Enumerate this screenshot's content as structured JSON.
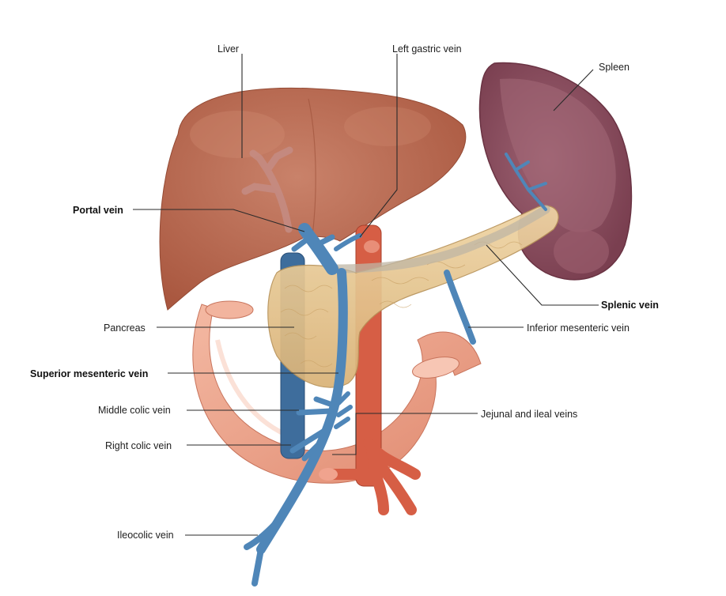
{
  "labels": {
    "liver": "Liver",
    "left_gastric_vein": "Left gastric vein",
    "spleen": "Spleen",
    "portal_vein": "Portal vein",
    "splenic_vein": "Splenic vein",
    "pancreas": "Pancreas",
    "inferior_mesenteric_vein": "Inferior mesenteric vein",
    "superior_mesenteric_vein": "Superior mesenteric vein",
    "middle_colic_vein": "Middle colic vein",
    "jejunal_ileal_veins": "Jejunal and ileal veins",
    "right_colic_vein": "Right colic vein",
    "ileocolic_vein": "Ileocolic vein"
  },
  "colors": {
    "liver": "#b5634a",
    "liver_light": "#c87a60",
    "spleen": "#8a4b5c",
    "spleen_inner": "#a9707d",
    "pancreas": "#e3c38c",
    "intestine": "#e99a80",
    "intestine_light": "#f3b8a2",
    "vein": "#4f86b8",
    "vein_dark": "#2f5f8f",
    "artery": "#d0573f"
  }
}
